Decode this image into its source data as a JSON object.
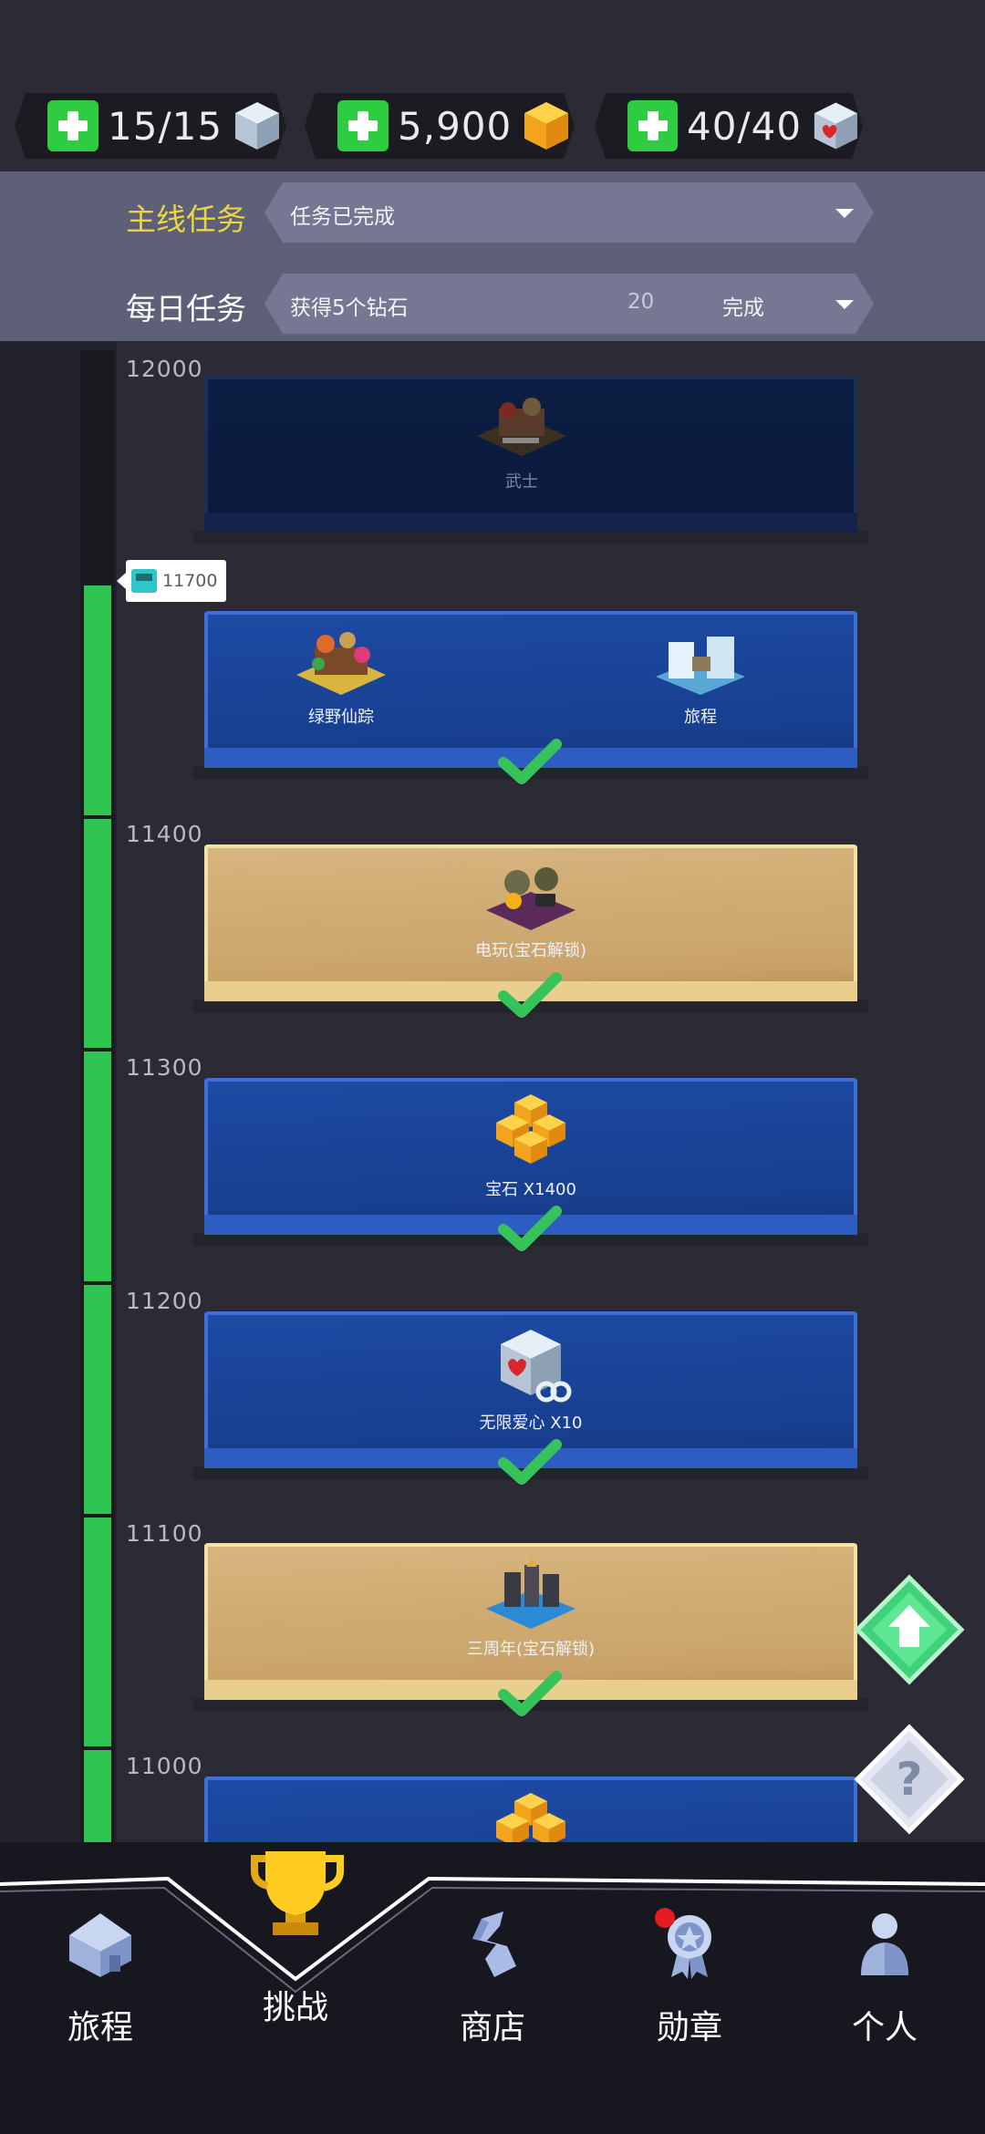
{
  "currency": [
    {
      "value": "15/15",
      "icon": "ice-cube-icon"
    },
    {
      "value": "5,900",
      "icon": "gem-icon"
    },
    {
      "value": "40/40",
      "icon": "heart-cube-icon"
    }
  ],
  "quests": {
    "main": {
      "label": "主线任务",
      "text": "任务已完成"
    },
    "daily": {
      "label": "每日任务",
      "text": "获得5个钻石",
      "count": "20",
      "status": "完成"
    }
  },
  "track": {
    "current_score": "11700",
    "levels": [
      "12000",
      "11400",
      "11300",
      "11200",
      "11100",
      "11000"
    ]
  },
  "rewards": {
    "samurai": "武士",
    "green_fairy": "绿野仙踪",
    "journey": "旅程",
    "arcade": "电玩(宝石解锁)",
    "gems": "宝石 X1400",
    "hearts": "无限爱心 X10",
    "anniversary": "三周年(宝石解锁)"
  },
  "nav": [
    {
      "label": "旅程",
      "icon": "house-icon"
    },
    {
      "label": "挑战",
      "icon": "trophy-icon"
    },
    {
      "label": "商店",
      "icon": "shop-icon"
    },
    {
      "label": "勋章",
      "icon": "medal-icon"
    },
    {
      "label": "个人",
      "icon": "person-icon"
    }
  ],
  "colors": {
    "accent_green": "#2fc451",
    "quest_gold": "#e8d642",
    "card_blue": "#1d4aa4",
    "card_gold": "#d7b57e",
    "badge_red": "#e31b23"
  }
}
